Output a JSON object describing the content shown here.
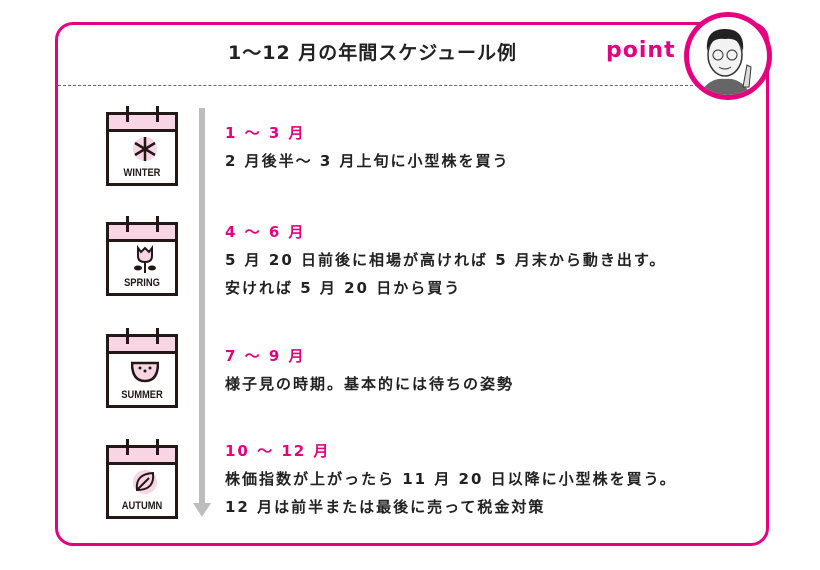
{
  "title": "1〜12 月の年間スケジュール例",
  "badge": "point",
  "accent": "#e4007f",
  "seasons": [
    {
      "label": "WINTER",
      "icon": "snowflake-icon",
      "heading": "1 〜 3 月",
      "lines": [
        "2 月後半〜 3 月上旬に小型株を買う"
      ]
    },
    {
      "label": "SPRING",
      "icon": "tulip-icon",
      "heading": "4 〜 6 月",
      "lines": [
        "5 月 20 日前後に相場が高ければ 5 月末から動き出す。",
        "安ければ 5 月 20 日から買う"
      ]
    },
    {
      "label": "SUMMER",
      "icon": "watermelon-icon",
      "heading": "7 〜 9 月",
      "lines": [
        "様子見の時期。基本的には待ちの姿勢"
      ]
    },
    {
      "label": "AUTUMN",
      "icon": "leaf-icon",
      "heading": "10 〜 12 月",
      "lines": [
        "株価指数が上がったら 11 月 20 日以降に小型株を買う。",
        "12 月は前半または最後に売って税金対策"
      ]
    }
  ]
}
